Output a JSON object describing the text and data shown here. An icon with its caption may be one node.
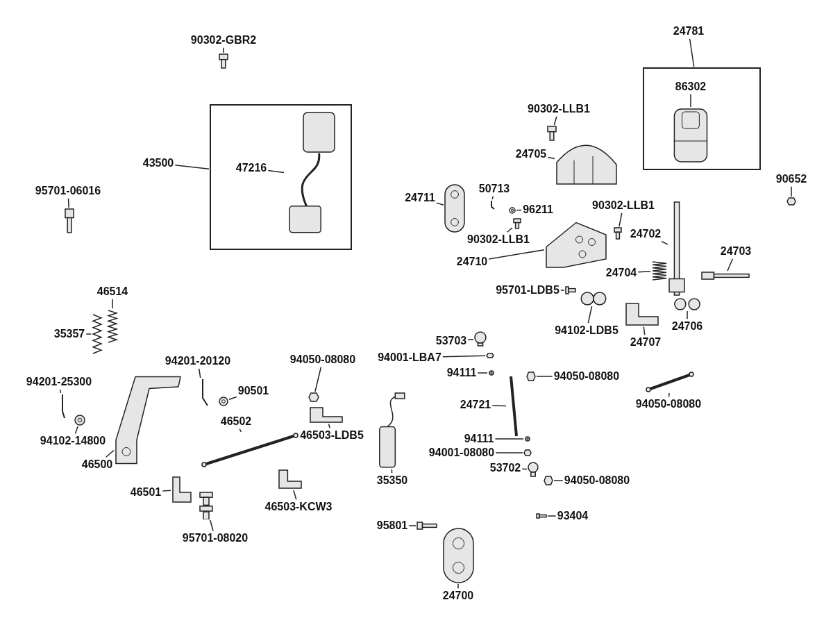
{
  "diagram": {
    "nodes": [
      {
        "text": [
          "90302-GBR2"
        ]
      },
      {
        "text": [],
        "shape": "picture"
      },
      {
        "text": [],
        "shape": "box"
      },
      {
        "text": [
          "43500"
        ]
      },
      {
        "text": [
          "47216"
        ],
        "in": 2
      },
      {
        "text": [],
        "shape": "picture",
        "in": 2
      },
      {
        "text": [
          "95701-06016"
        ]
      },
      {
        "text": [],
        "shape": "picture"
      },
      {
        "text": [
          "24781"
        ]
      },
      {
        "text": [],
        "shape": "box"
      },
      {
        "text": [
          "86302"
        ],
        "in": 9
      },
      {
        "text": [],
        "shape": "picture",
        "in": 9
      },
      {
        "text": [
          "90302-LLB1"
        ]
      },
      {
        "text": [],
        "shape": "picture"
      },
      {
        "text": [
          "24705"
        ]
      },
      {
        "text": [],
        "shape": "picture"
      },
      {
        "text": [
          "24711"
        ]
      },
      {
        "text": [],
        "shape": "picture"
      },
      {
        "text": [
          "50713"
        ]
      },
      {
        "text": [],
        "shape": "picture"
      },
      {
        "text": [
          "96211"
        ]
      },
      {
        "text": [],
        "shape": "picture"
      },
      {
        "text": [
          "90302-LLB1"
        ]
      },
      {
        "text": [],
        "shape": "picture"
      },
      {
        "text": [
          "90652"
        ]
      },
      {
        "text": [],
        "shape": "hexagon"
      },
      {
        "text": [
          "90302-LLB1"
        ]
      },
      {
        "text": [],
        "shape": "picture"
      },
      {
        "text": [
          "24702"
        ]
      },
      {
        "text": [],
        "shape": "picture"
      },
      {
        "text": [
          "24703"
        ]
      },
      {
        "text": [],
        "shape": "picture"
      },
      {
        "text": [
          "24710"
        ]
      },
      {
        "text": [],
        "shape": "picture"
      },
      {
        "text": [
          "24704"
        ]
      },
      {
        "text": [],
        "shape": "picture"
      },
      {
        "text": [
          "95701-LDB5"
        ]
      },
      {
        "text": [],
        "shape": "picture"
      },
      {
        "text": [
          "94102-LDB5"
        ]
      },
      {
        "text": [],
        "shape": "circle"
      },
      {
        "text": [
          "24706"
        ]
      },
      {
        "text": [],
        "shape": "picture"
      },
      {
        "text": [
          "24707"
        ]
      },
      {
        "text": [],
        "shape": "picture"
      },
      {
        "text": [
          "46514"
        ]
      },
      {
        "text": [],
        "shape": "picture"
      },
      {
        "text": [
          "35357"
        ]
      },
      {
        "text": [],
        "shape": "picture"
      },
      {
        "text": [
          "94201-25300"
        ]
      },
      {
        "text": [],
        "shape": "picture"
      },
      {
        "text": [
          "94201-20120"
        ]
      },
      {
        "text": [],
        "shape": "picture"
      },
      {
        "text": [
          "90501"
        ]
      },
      {
        "text": [],
        "shape": "picture"
      },
      {
        "text": [
          "94050-08080"
        ]
      },
      {
        "text": [],
        "shape": "hexagon"
      },
      {
        "text": [
          "46502"
        ]
      },
      {
        "text": [],
        "shape": "picture"
      },
      {
        "text": [
          "46503-LDB5"
        ]
      },
      {
        "text": [],
        "shape": "picture"
      },
      {
        "text": [
          "94102-14800"
        ]
      },
      {
        "text": [],
        "shape": "picture"
      },
      {
        "text": [
          "46500"
        ]
      },
      {
        "text": [],
        "shape": "picture"
      },
      {
        "text": [
          "46501"
        ]
      },
      {
        "text": [],
        "shape": "picture"
      },
      {
        "text": [
          "95701-08020"
        ]
      },
      {
        "text": [],
        "shape": "picture"
      },
      {
        "text": [
          "46503-KCW3"
        ]
      },
      {
        "text": [],
        "shape": "picture"
      },
      {
        "text": [
          "35350"
        ]
      },
      {
        "text": [],
        "shape": "picture"
      },
      {
        "text": [
          "53703"
        ]
      },
      {
        "text": [],
        "shape": "circle"
      },
      {
        "text": [
          "94001-LBA7"
        ]
      },
      {
        "text": [],
        "shape": "hexagon"
      },
      {
        "text": [
          "94111"
        ]
      },
      {
        "text": [],
        "shape": "picture"
      },
      {
        "text": [
          "94050-08080"
        ]
      },
      {
        "text": [],
        "shape": "hexagon"
      },
      {
        "text": [
          "94050-08080"
        ]
      },
      {
        "text": [],
        "shape": "picture"
      },
      {
        "text": [
          "24721"
        ]
      },
      {
        "text": [],
        "shape": "picture"
      },
      {
        "text": [
          "94111"
        ]
      },
      {
        "text": [],
        "shape": "picture"
      },
      {
        "text": [
          "94001-08080"
        ]
      },
      {
        "text": [],
        "shape": "hexagon"
      },
      {
        "text": [
          "53702"
        ]
      },
      {
        "text": [],
        "shape": "circle"
      },
      {
        "text": [
          "94050-08080"
        ]
      },
      {
        "text": [],
        "shape": "hexagon"
      },
      {
        "text": [
          "93404"
        ]
      },
      {
        "text": [],
        "shape": "picture"
      },
      {
        "text": [
          "95801"
        ]
      },
      {
        "text": [],
        "shape": "picture"
      },
      {
        "text": [
          "24700"
        ]
      },
      {
        "text": [],
        "shape": "picture"
      }
    ],
    "edges": [
      {
        "from": 0,
        "to": 1,
        "arrow": "none"
      },
      {
        "from": 3,
        "to": 2,
        "arrow": "none"
      },
      {
        "from": 4,
        "to": 5,
        "arrow": "none"
      },
      {
        "from": 6,
        "to": 7,
        "arrow": "none"
      },
      {
        "from": 8,
        "to": 9,
        "arrow": "none"
      },
      {
        "from": 10,
        "to": 11,
        "arrow": "none"
      },
      {
        "from": 12,
        "to": 13,
        "arrow": "none"
      },
      {
        "from": 14,
        "to": 15,
        "arrow": "none"
      },
      {
        "from": 16,
        "to": 17,
        "arrow": "none"
      },
      {
        "from": 18,
        "to": 19,
        "arrow": "none"
      },
      {
        "from": 20,
        "to": 21,
        "arrow": "none"
      },
      {
        "from": 22,
        "to": 23,
        "arrow": "none"
      },
      {
        "from": 24,
        "to": 25,
        "arrow": "none"
      },
      {
        "from": 26,
        "to": 27,
        "arrow": "none"
      },
      {
        "from": 28,
        "to": 29,
        "arrow": "none"
      },
      {
        "from": 30,
        "to": 31,
        "arrow": "none"
      },
      {
        "from": 32,
        "to": 33,
        "arrow": "none"
      },
      {
        "from": 34,
        "to": 35,
        "arrow": "none"
      },
      {
        "from": 36,
        "to": 37,
        "arrow": "none"
      },
      {
        "from": 38,
        "to": 39,
        "arrow": "none"
      },
      {
        "from": 40,
        "to": 41,
        "arrow": "none"
      },
      {
        "from": 42,
        "to": 43,
        "arrow": "none"
      },
      {
        "from": 44,
        "to": 45,
        "arrow": "none"
      },
      {
        "from": 46,
        "to": 47,
        "arrow": "none"
      },
      {
        "from": 48,
        "to": 49,
        "arrow": "none"
      },
      {
        "from": 50,
        "to": 51,
        "arrow": "none"
      },
      {
        "from": 52,
        "to": 53,
        "arrow": "none"
      },
      {
        "from": 54,
        "to": 55,
        "arrow": "none"
      },
      {
        "from": 56,
        "to": 57,
        "arrow": "none"
      },
      {
        "from": 58,
        "to": 59,
        "arrow": "none"
      },
      {
        "from": 60,
        "to": 61,
        "arrow": "none"
      },
      {
        "from": 62,
        "to": 63,
        "arrow": "none"
      },
      {
        "from": 64,
        "to": 65,
        "arrow": "none"
      },
      {
        "from": 66,
        "to": 67,
        "arrow": "none"
      },
      {
        "from": 68,
        "to": 69,
        "arrow": "none"
      },
      {
        "from": 70,
        "to": 71,
        "arrow": "none"
      },
      {
        "from": 72,
        "to": 73,
        "arrow": "none"
      },
      {
        "from": 74,
        "to": 75,
        "arrow": "none"
      },
      {
        "from": 76,
        "to": 77,
        "arrow": "none"
      },
      {
        "from": 78,
        "to": 79,
        "arrow": "none"
      },
      {
        "from": 80,
        "to": 81,
        "arrow": "none"
      },
      {
        "from": 82,
        "to": 83,
        "arrow": "none"
      },
      {
        "from": 84,
        "to": 85,
        "arrow": "none"
      },
      {
        "from": 86,
        "to": 87,
        "arrow": "none"
      },
      {
        "from": 88,
        "to": 89,
        "arrow": "none"
      },
      {
        "from": 90,
        "to": 91,
        "arrow": "none"
      },
      {
        "from": 92,
        "to": 93,
        "arrow": "none"
      },
      {
        "from": 94,
        "to": 95,
        "arrow": "none"
      },
      {
        "from": 96,
        "to": 97,
        "arrow": "none"
      }
    ]
  }
}
